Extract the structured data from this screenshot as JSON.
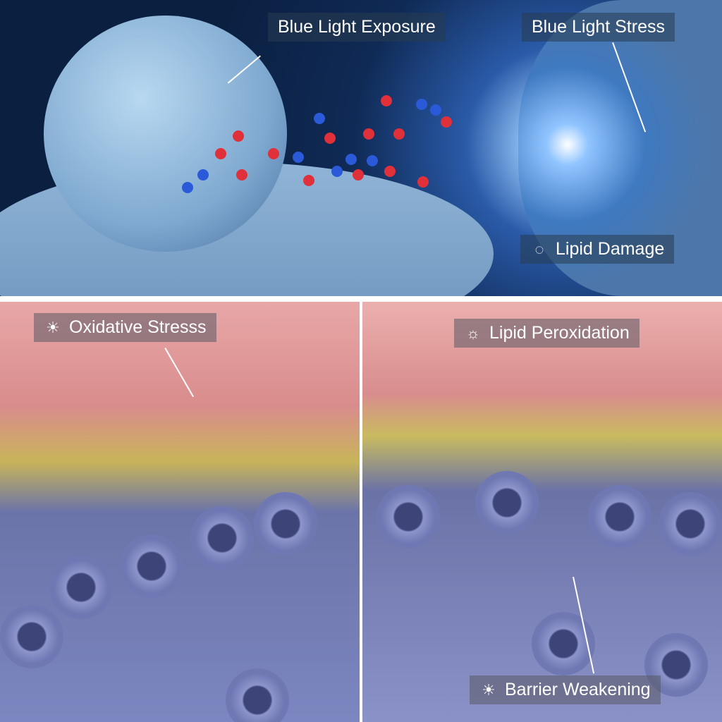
{
  "labels": {
    "blue_light_exposure": "Blue Light Exposure",
    "blue_light_stress": "Blue Light Stress",
    "lipid_damage": "Lipid Damage",
    "oxidative_stress": "Oxidative Stresss",
    "lipid_peroxidation": "Lipid Peroxidation",
    "barrier_weakening": "Barrier Weakening"
  },
  "icons": {
    "lipid_damage": "dotted-circle-icon",
    "oxidative_stress": "sun-droplet-icon",
    "lipid_peroxidation": "sun-icon",
    "barrier_weakening": "sun-icon"
  },
  "colors": {
    "blue_light": "#9fd0ff",
    "radical_red": "#e0303a",
    "radical_blue": "#2a5ad8",
    "skin": "#d98c8c",
    "lipid": "#c8b45a"
  }
}
